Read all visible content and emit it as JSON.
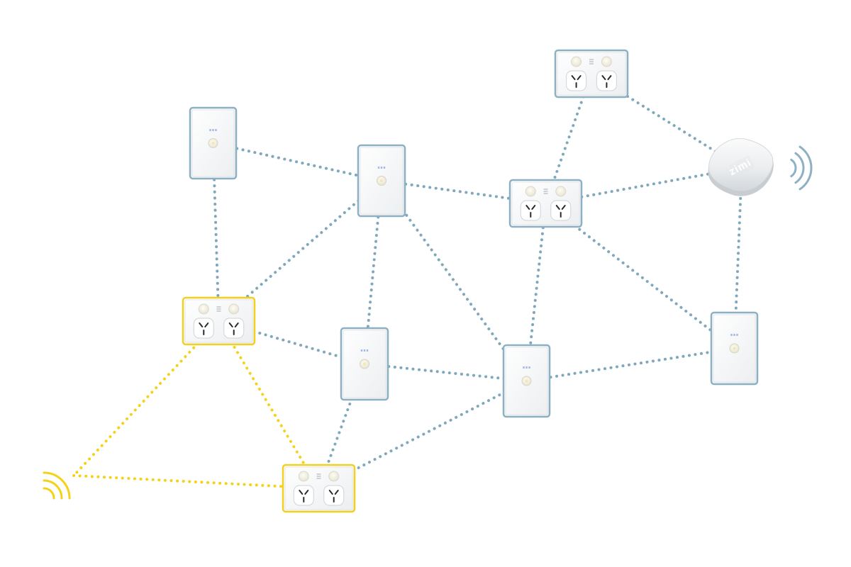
{
  "colors": {
    "background": "#ffffff",
    "link_default": "#7fa8bc",
    "link_highlight": "#f5d21a",
    "device_border": "#8eb0c3",
    "device_highlight_border": "#f2d020",
    "device_face": "#f6f7f8",
    "hub_body": "#f2f3f4",
    "signal_default": "#8eb0c3",
    "signal_highlight": "#f5d21a"
  },
  "hub": {
    "label": "zimi",
    "icon": "wireless-hub-icon"
  },
  "devices": [
    {
      "id": "switch-a",
      "kind": "switch",
      "highlighted": false
    },
    {
      "id": "switch-b",
      "kind": "switch",
      "highlighted": false
    },
    {
      "id": "outlet-top",
      "kind": "outlet",
      "highlighted": false
    },
    {
      "id": "outlet-mid",
      "kind": "outlet",
      "highlighted": false
    },
    {
      "id": "outlet-left",
      "kind": "outlet",
      "highlighted": true
    },
    {
      "id": "switch-c",
      "kind": "switch",
      "highlighted": false
    },
    {
      "id": "switch-d",
      "kind": "switch",
      "highlighted": false
    },
    {
      "id": "switch-e",
      "kind": "switch",
      "highlighted": false
    },
    {
      "id": "outlet-bottom",
      "kind": "outlet",
      "highlighted": true
    }
  ],
  "links": [
    {
      "from": "switch-a",
      "to": "switch-b",
      "highlighted": false
    },
    {
      "from": "switch-a",
      "to": "outlet-left",
      "highlighted": false
    },
    {
      "from": "switch-b",
      "to": "outlet-mid",
      "highlighted": false
    },
    {
      "from": "switch-b",
      "to": "outlet-left",
      "highlighted": false
    },
    {
      "from": "switch-b",
      "to": "switch-c",
      "highlighted": false
    },
    {
      "from": "switch-b",
      "to": "switch-d",
      "highlighted": false
    },
    {
      "from": "outlet-top",
      "to": "outlet-mid",
      "highlighted": false
    },
    {
      "from": "outlet-top",
      "to": "hub",
      "highlighted": false
    },
    {
      "from": "outlet-mid",
      "to": "hub",
      "highlighted": false
    },
    {
      "from": "outlet-mid",
      "to": "switch-d",
      "highlighted": false
    },
    {
      "from": "outlet-mid",
      "to": "switch-e",
      "highlighted": false
    },
    {
      "from": "hub",
      "to": "switch-e",
      "highlighted": false
    },
    {
      "from": "outlet-left",
      "to": "switch-c",
      "highlighted": false
    },
    {
      "from": "switch-c",
      "to": "switch-d",
      "highlighted": false
    },
    {
      "from": "switch-c",
      "to": "outlet-bottom",
      "highlighted": false
    },
    {
      "from": "switch-d",
      "to": "outlet-bottom",
      "highlighted": false
    },
    {
      "from": "switch-d",
      "to": "switch-e",
      "highlighted": false
    },
    {
      "from": "outlet-left",
      "to": "outlet-bottom",
      "highlighted": true
    },
    {
      "from": "outlet-left",
      "to": "phone-signal",
      "highlighted": true
    },
    {
      "from": "phone-signal",
      "to": "outlet-bottom",
      "highlighted": true
    }
  ],
  "signals": [
    {
      "id": "hub-signal",
      "icon": "wifi-signal-icon",
      "highlighted": false
    },
    {
      "id": "phone-signal",
      "icon": "wifi-signal-icon",
      "highlighted": true
    }
  ]
}
